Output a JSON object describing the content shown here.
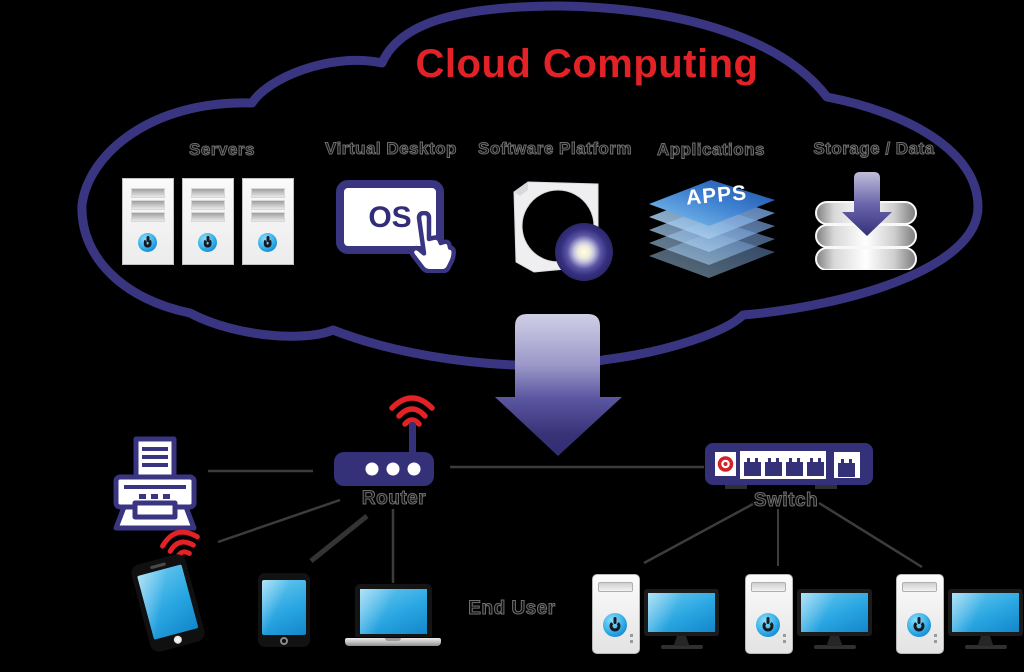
{
  "title": "Cloud Computing",
  "colors": {
    "outline_purple": "#3a3580",
    "title_red": "#e32227",
    "wifi_red": "#e32227",
    "device_blue": "#29a8e2",
    "apps_blue_dark": "#1b4a9c",
    "apps_blue_light": "#85c6ee",
    "background": "#000000"
  },
  "cloud": {
    "items": [
      {
        "label": "Servers",
        "icon": "server-towers-icon"
      },
      {
        "label": "Virtual Desktop",
        "icon": "os-touchscreen-icon",
        "screen_text": "OS"
      },
      {
        "label": "Software Platform",
        "icon": "software-box-disc-icon"
      },
      {
        "label": "Applications",
        "icon": "stacked-apps-icon",
        "stack_text": "APPS"
      },
      {
        "label": "Storage / Data",
        "icon": "database-download-icon"
      }
    ]
  },
  "network": {
    "router": {
      "label": "Router",
      "icon": "router-icon"
    },
    "switch": {
      "label": "Switch",
      "icon": "switch-icon"
    },
    "end_user_label": "End User",
    "devices": [
      "printer-icon",
      "smartphone-icon",
      "tablet-icon",
      "laptop-icon",
      "desktop-computer-icon",
      "desktop-computer-icon",
      "desktop-computer-icon"
    ]
  }
}
